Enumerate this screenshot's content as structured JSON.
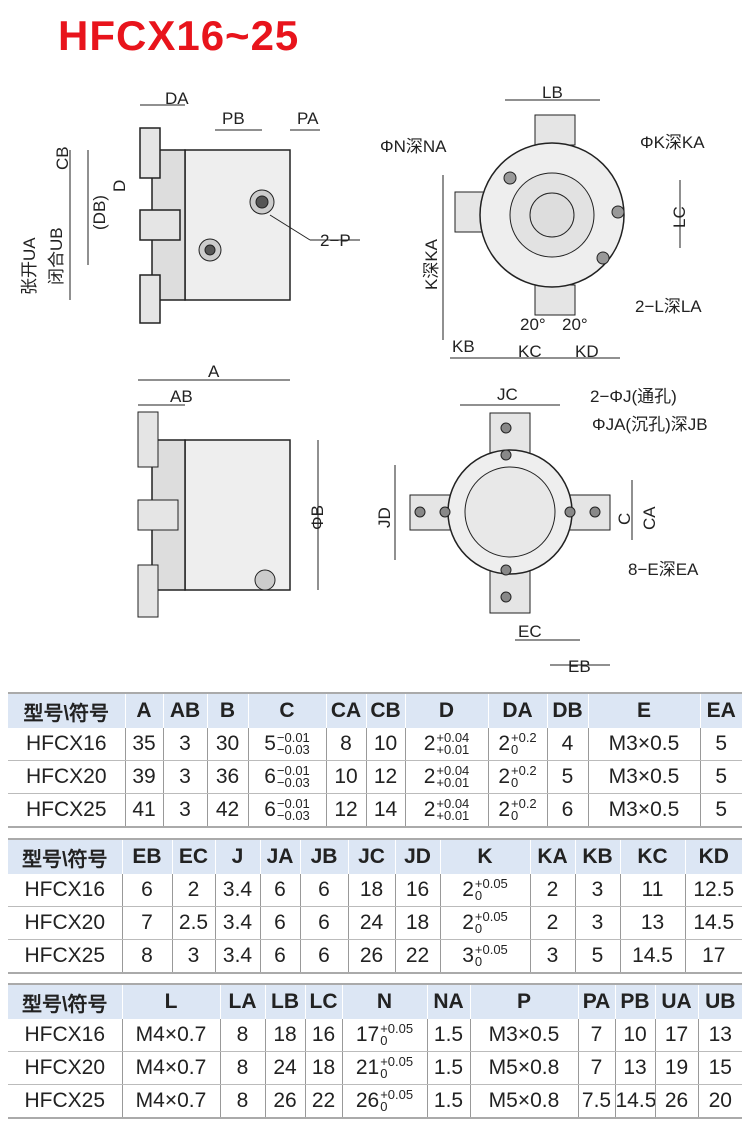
{
  "title": "HFCX16~25",
  "drawings": {
    "side_top": {
      "DA": "DA",
      "PB": "PB",
      "PA": "PA",
      "CB": "CB",
      "D": "D",
      "DB": "(DB)",
      "UA": "张开UA",
      "UB": "闭合UB",
      "P": "2−P"
    },
    "front_top": {
      "LB": "LB",
      "N": "ΦN深NA",
      "K": "ΦK深KA",
      "KA": "K深KA",
      "LC": "LC",
      "L": "2−L深LA",
      "angle1": "20°",
      "angle2": "20°",
      "KB": "KB",
      "KC": "KC",
      "KD": "KD"
    },
    "side_bottom": {
      "A": "A",
      "AB": "AB",
      "B": "ΦB"
    },
    "front_bottom": {
      "JC": "JC",
      "J": "2−ΦJ(通孔)",
      "JA": "ΦJA(沉孔)深JB",
      "JD": "JD",
      "C": "C",
      "CA": "CA",
      "E": "8−E深EA",
      "EC": "EC",
      "EB": "EB"
    }
  },
  "tables": [
    {
      "headers": [
        "型号\\符号",
        "A",
        "AB",
        "B",
        "C",
        "CA",
        "CB",
        "D",
        "DA",
        "DB",
        "E",
        "EA"
      ],
      "rows": [
        [
          "HFCX16",
          "35",
          "3",
          "30",
          {
            "b": "5",
            "u": "−0.01",
            "l": "−0.03"
          },
          "8",
          "10",
          {
            "b": "2",
            "u": "+0.04",
            "l": "+0.01"
          },
          {
            "b": "2",
            "u": "+0.2",
            "l": "0"
          },
          "4",
          "M3×0.5",
          "5"
        ],
        [
          "HFCX20",
          "39",
          "3",
          "36",
          {
            "b": "6",
            "u": "−0.01",
            "l": "−0.03"
          },
          "10",
          "12",
          {
            "b": "2",
            "u": "+0.04",
            "l": "+0.01"
          },
          {
            "b": "2",
            "u": "+0.2",
            "l": "0"
          },
          "5",
          "M3×0.5",
          "5"
        ],
        [
          "HFCX25",
          "41",
          "3",
          "42",
          {
            "b": "6",
            "u": "−0.01",
            "l": "−0.03"
          },
          "12",
          "14",
          {
            "b": "2",
            "u": "+0.04",
            "l": "+0.01"
          },
          {
            "b": "2",
            "u": "+0.2",
            "l": "0"
          },
          "6",
          "M3×0.5",
          "5"
        ]
      ]
    },
    {
      "headers": [
        "型号\\符号",
        "EB",
        "EC",
        "J",
        "JA",
        "JB",
        "JC",
        "JD",
        "K",
        "KA",
        "KB",
        "KC",
        "KD"
      ],
      "rows": [
        [
          "HFCX16",
          "6",
          "2",
          "3.4",
          "6",
          "6",
          "18",
          "16",
          {
            "b": "2",
            "u": "+0.05",
            "l": "0"
          },
          "2",
          "3",
          "11",
          "12.5"
        ],
        [
          "HFCX20",
          "7",
          "2.5",
          "3.4",
          "6",
          "6",
          "24",
          "18",
          {
            "b": "2",
            "u": "+0.05",
            "l": "0"
          },
          "2",
          "3",
          "13",
          "14.5"
        ],
        [
          "HFCX25",
          "8",
          "3",
          "3.4",
          "6",
          "6",
          "26",
          "22",
          {
            "b": "3",
            "u": "+0.05",
            "l": "0"
          },
          "3",
          "5",
          "14.5",
          "17"
        ]
      ]
    },
    {
      "headers": [
        "型号\\符号",
        "L",
        "LA",
        "LB",
        "LC",
        "N",
        "NA",
        "P",
        "PA",
        "PB",
        "UA",
        "UB"
      ],
      "rows": [
        [
          "HFCX16",
          "M4×0.7",
          "8",
          "18",
          "16",
          {
            "b": "17",
            "u": "+0.05",
            "l": "0"
          },
          "1.5",
          "M3×0.5",
          "7",
          "10",
          "17",
          "13"
        ],
        [
          "HFCX20",
          "M4×0.7",
          "8",
          "24",
          "18",
          {
            "b": "21",
            "u": "+0.05",
            "l": "0"
          },
          "1.5",
          "M5×0.8",
          "7",
          "13",
          "19",
          "15"
        ],
        [
          "HFCX25",
          "M4×0.7",
          "8",
          "26",
          "22",
          {
            "b": "26",
            "u": "+0.05",
            "l": "0"
          },
          "1.5",
          "M5×0.8",
          "7.5",
          "14.5",
          "26",
          "20"
        ]
      ]
    }
  ]
}
